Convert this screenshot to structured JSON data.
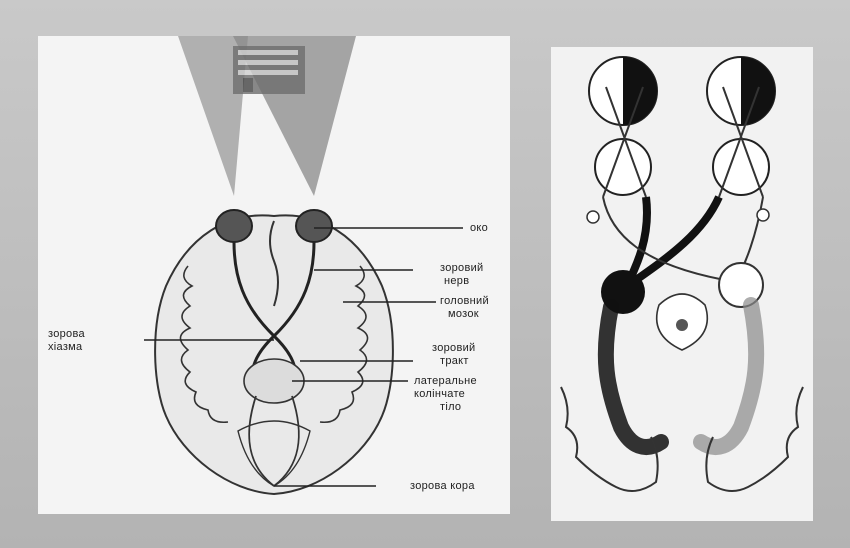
{
  "labels": {
    "eye": "око",
    "optic_nerve_1": "зоровий",
    "optic_nerve_2": "нерв",
    "brain_1": "головний",
    "brain_2": "мозок",
    "chiasm_1": "зорова",
    "chiasm_2": "хіазма",
    "optic_tract_1": "зоровий",
    "optic_tract_2": "тракт",
    "lgn_1": "латеральне",
    "lgn_2": "колінчате",
    "lgn_3": "тіло",
    "visual_cortex": "зорова кора"
  },
  "colors": {
    "background": "#bdbdbd",
    "panel": "#f4f4f4",
    "ink": "#222222",
    "field_cone": "#8a8a8a"
  }
}
